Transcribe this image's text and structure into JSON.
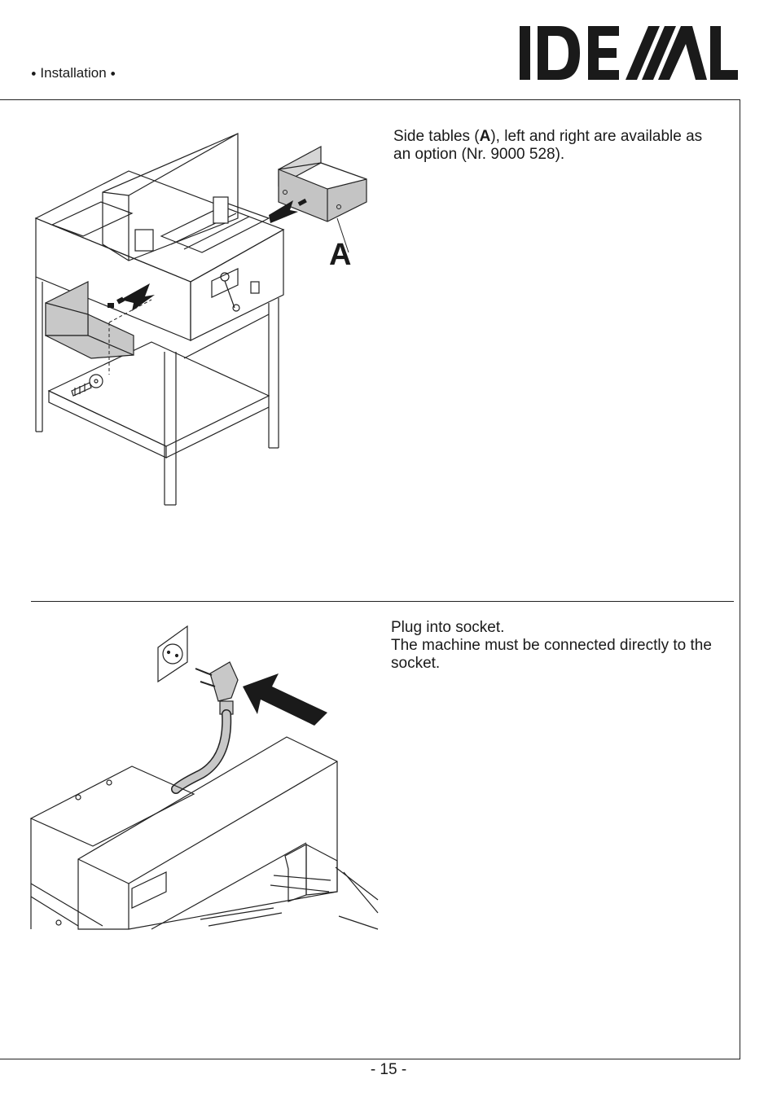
{
  "header": {
    "section": "Installation",
    "bullet": "●",
    "logo_text": "IDEAL"
  },
  "section1": {
    "text_prefix": "Side tables (",
    "text_bold": "A",
    "text_suffix": "), left and right are available as an option (Nr. 9000 528).",
    "callout": "A"
  },
  "section2": {
    "lines": [
      "Plug into socket.",
      "The machine must be connected directly to the socket."
    ]
  },
  "footer": {
    "page_number": "- 15 -"
  }
}
